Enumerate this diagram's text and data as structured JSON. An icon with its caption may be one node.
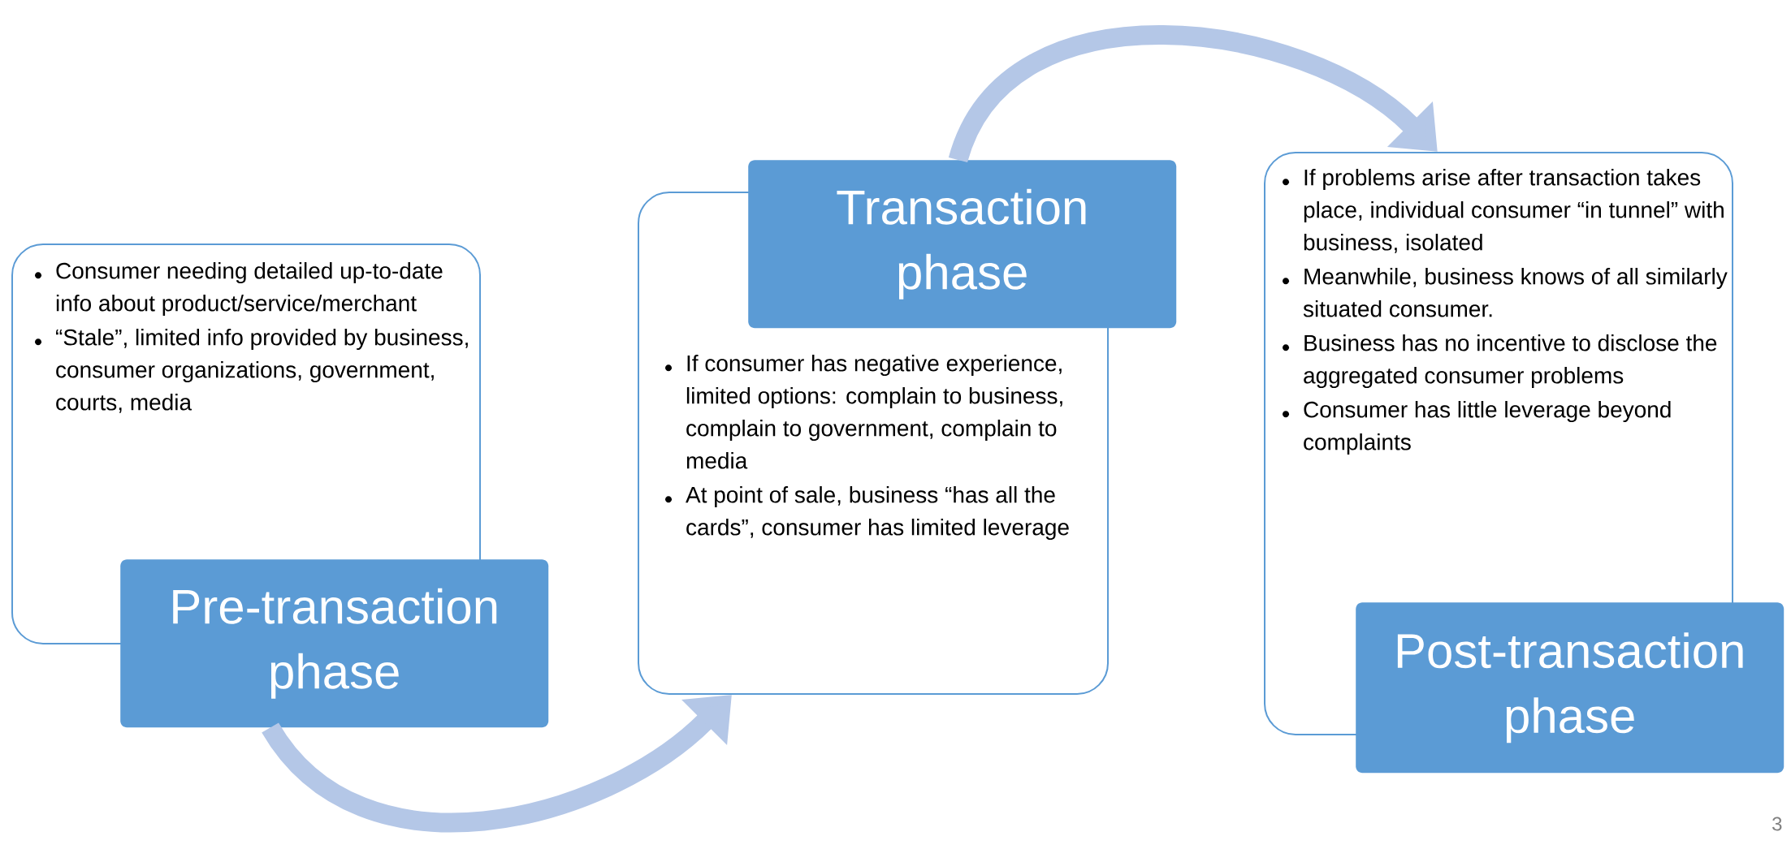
{
  "diagram": {
    "nodes": [
      {
        "text": [
          "Consumer needing detailed up-to-date info about product/service/merchant",
          "“Stale”, limited info provided by business, consumer organizations, government, courts, media"
        ]
      },
      {
        "text": [
          "Pre-transaction phase"
        ]
      },
      {
        "text": [
          "If consumer has negative experience, limited options: complain to business, complain to government, complain to media",
          "At point of sale, business “has all the cards”, consumer has limited leverage"
        ]
      },
      {
        "text": [
          "Transaction phase"
        ]
      },
      {
        "text": [
          "If problems arise after transaction takes place, individual consumer “in tunnel” with business, isolated",
          "Meanwhile, business knows of all similarly situated consumer.",
          "Business has no incentive to disclose the aggregated consumer problems",
          "Consumer has little leverage beyond complaints"
        ]
      },
      {
        "text": [
          "Post-transaction phase"
        ]
      }
    ],
    "edges": [
      {
        "from": 1,
        "to": 2,
        "arrow": "to"
      },
      {
        "from": 3,
        "to": 4,
        "arrow": "to"
      }
    ],
    "labels": [
      "3"
    ]
  }
}
